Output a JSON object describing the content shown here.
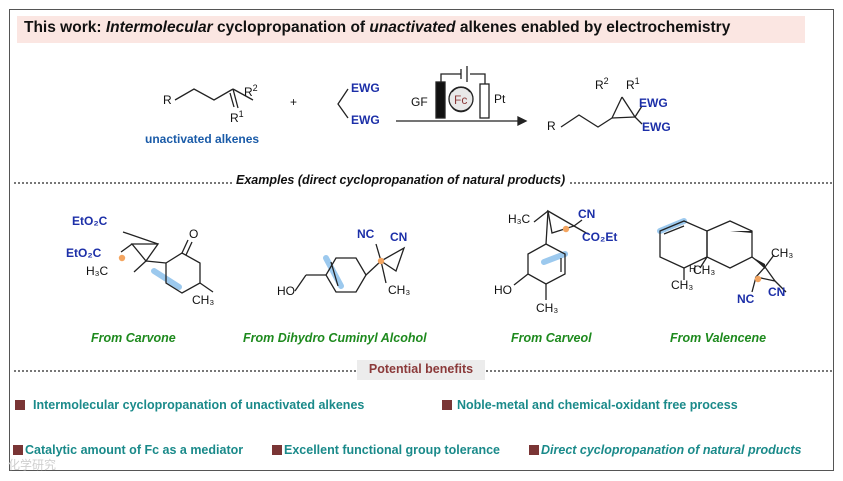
{
  "title": {
    "prefix": "This work: ",
    "italic1": "Intermolecular",
    "middle": " cyclopropanation of ",
    "italic2": "unactivated",
    "suffix": " alkenes enabled by electrochemistry"
  },
  "scheme": {
    "r": "R",
    "r1": "R",
    "r1_sup": "1",
    "r2": "R",
    "r2_sup": "2",
    "plus": "+",
    "ewg": "EWG",
    "alkene_caption": "unactivated alkenes",
    "gf": "GF",
    "fc": "Fc",
    "pt": "Pt"
  },
  "examples_label": "Examples (direct cyclopropanation of natural products)",
  "sources": [
    "From Carvone",
    "From Dihydro Cuminyl Alcohol",
    "From Carveol",
    "From Valencene"
  ],
  "atoms": {
    "eto2c": "EtO₂C",
    "co2et": "CO₂Et",
    "nc": "NC",
    "cn": "CN",
    "ch3": "CH₃",
    "h3c": "H₃C",
    "o": "O",
    "ho": "HO",
    "h": "H"
  },
  "benefits_label": "Potential benefits",
  "benefits": [
    "Intermolecular cyclopropanation of unactivated alkenes",
    "Noble-metal and chemical-oxidant free process",
    "Catalytic amount of Fc as a mediator",
    "Excellent functional group tolerance",
    "Direct cyclopropanation of natural products"
  ],
  "watermark": "化学研究",
  "colors": {
    "title_bg": "#fbe6e2",
    "ewg_blue": "#1c2fa8",
    "source_green": "#1e8a1e",
    "benefit_teal": "#1a8a8a",
    "bullet": "#7a3535",
    "highlight": "#9cc9ee",
    "dot": "#f4a560"
  }
}
